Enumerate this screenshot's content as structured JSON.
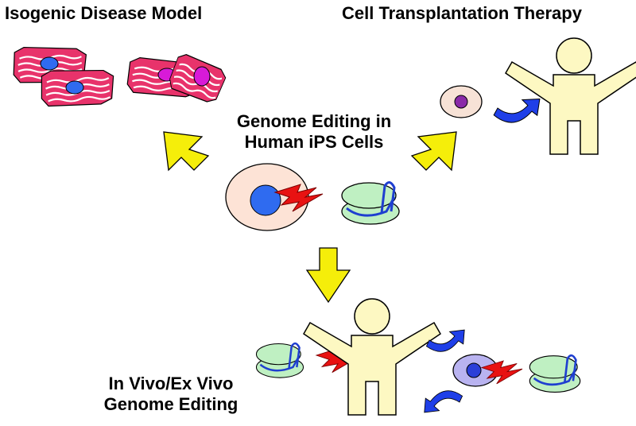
{
  "labels": {
    "isogenic": "Isogenic Disease Model",
    "transplant": "Cell Transplantation Therapy",
    "center_line1": "Genome Editing in",
    "center_line2": "Human iPS Cells",
    "invivo_line1": "In Vivo/Ex Vivo",
    "invivo_line2": "Genome Editing"
  },
  "icons": [
    "cardiomyocyte-icon",
    "ips-cell-icon",
    "nuclease-icon",
    "lightning-icon",
    "human-figure-icon",
    "curved-arrow-icon",
    "block-arrow-icon"
  ],
  "colors": {
    "cardiomyocyte": "#e8336b",
    "cardiomyocyte_stripe": "#ffffff",
    "nucleus_blue": "#2f6bf0",
    "nucleus_magenta": "#d81ad8",
    "ips_cell": "#fde3d6",
    "nuclease": "#bff0c2",
    "nuclease_strand": "#1f3fd0",
    "lightning": "#e81212",
    "human": "#fdf8c2",
    "yellow_arrow": "#f5ee0a",
    "blue_arrow": "#1f3fe8",
    "small_cell": "#f7e2d6",
    "small_nucleus": "#8a2aa8",
    "purple_cell": "#b9b3f0",
    "purple_nucleus": "#2b3fd8"
  }
}
